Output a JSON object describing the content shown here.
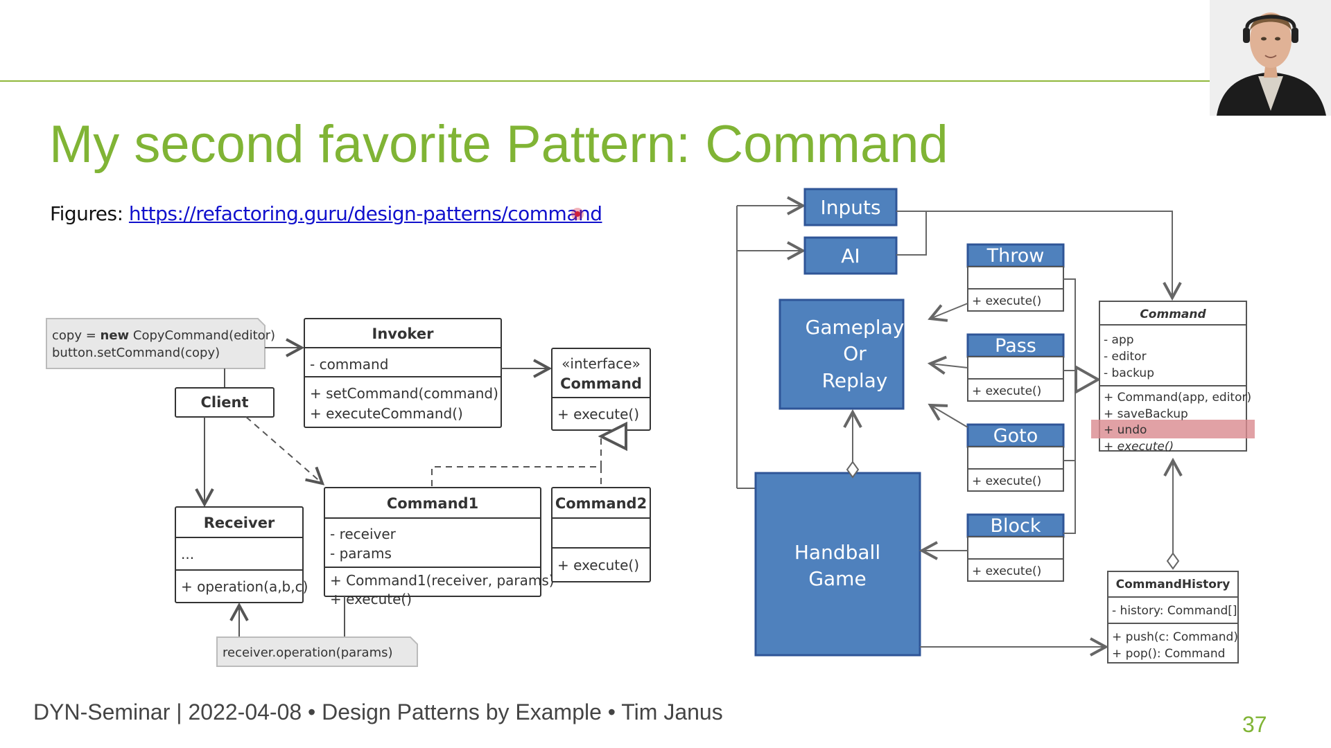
{
  "title": "My second favorite Pattern: Command",
  "figures": {
    "label": "Figures: ",
    "link": "https://refactoring.guru/design-patterns/command"
  },
  "footer": "DYN-Seminar | 2022-04-08 • Design Patterns by Example • Tim Janus",
  "page_number": "37",
  "left_diagram": {
    "note_client": {
      "line1_prefix": "copy = ",
      "line1_keyword": "new",
      "line1_rest": " CopyCommand(editor)",
      "line2": "button.setCommand(copy)"
    },
    "client": "Client",
    "invoker": {
      "name": "Invoker",
      "field": "- command",
      "method1": "+ setCommand(command)",
      "method2": "+ executeCommand()"
    },
    "command_interface": {
      "stereotype": "«interface»",
      "name": "Command",
      "method": "+ execute()"
    },
    "receiver": {
      "name": "Receiver",
      "field": "...",
      "method": "+ operation(a,b,c)"
    },
    "command1": {
      "name": "Command1",
      "field1": "- receiver",
      "field2": "- params",
      "method1": "+ Command1(receiver, params)",
      "method2": "+ execute()"
    },
    "command2": {
      "name": "Command2",
      "method": "+ execute()"
    },
    "note_receiver": "receiver.operation(params)"
  },
  "right_diagram": {
    "inputs": "Inputs",
    "ai": "AI",
    "gameplay": {
      "line1": "Gameplay",
      "line2": "Or",
      "line3": "Replay"
    },
    "handball": {
      "line1": "Handball",
      "line2": "Game"
    },
    "commands": [
      {
        "name": "Throw",
        "method": "+ execute()"
      },
      {
        "name": "Pass",
        "method": "+ execute()"
      },
      {
        "name": "Goto",
        "method": "+ execute()"
      },
      {
        "name": "Block",
        "method": "+ execute()"
      }
    ],
    "command_class": {
      "name": "Command",
      "fields": [
        "- app",
        "- editor",
        "- backup"
      ],
      "methods": [
        "+ Command(app, editor)",
        "+ saveBackup",
        "+ undo",
        "+ execute()"
      ],
      "highlight_color": "#d98a8f"
    },
    "history": {
      "name": "CommandHistory",
      "field": "- history: Command[]",
      "method1": "+ push(c: Command)",
      "method2": "+ pop(): Command"
    }
  },
  "colors": {
    "accent": "#80b435",
    "blue_box": "#4f81bd",
    "link": "#1010cc"
  }
}
